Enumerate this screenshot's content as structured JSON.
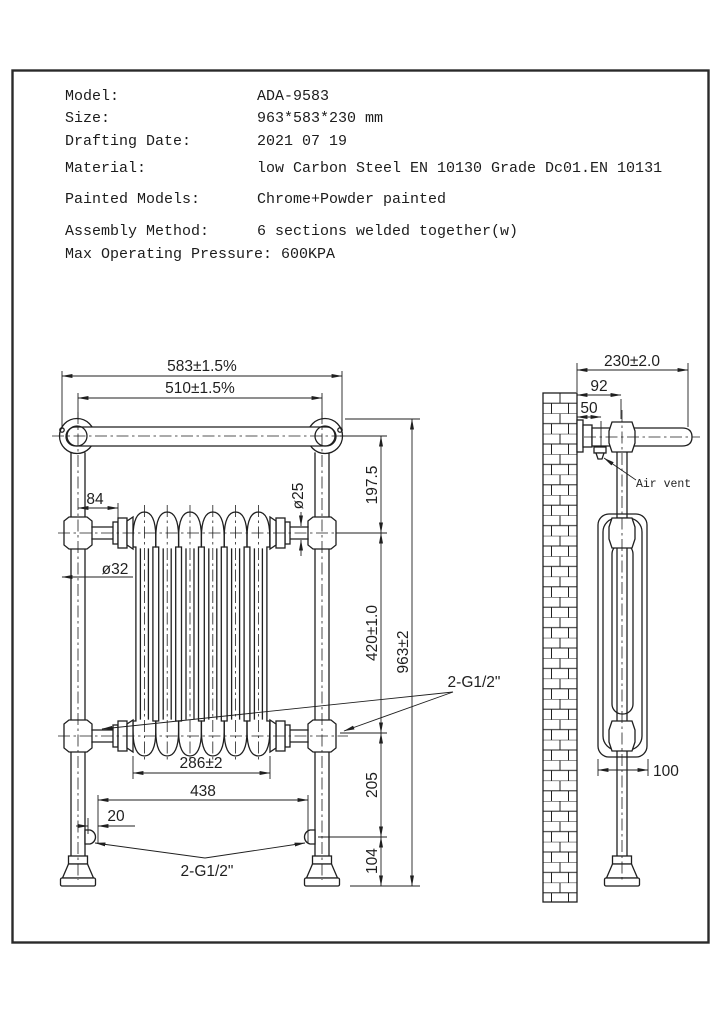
{
  "colors": {
    "line": "#1f1f1f",
    "background": "#ffffff"
  },
  "spec_table": {
    "rows": [
      {
        "label": "Model:",
        "value": "ADA-9583"
      },
      {
        "label": "Size:",
        "value": "963*583*230 mm"
      },
      {
        "label": "Drafting Date:",
        "value": "2021 07 19"
      },
      {
        "label": "Material:",
        "value": "low Carbon Steel  EN 10130 Grade Dc01.EN 10131"
      },
      {
        "label": "Painted Models:",
        "value": "Chrome+Powder painted"
      },
      {
        "label": "Assembly Method:",
        "value": "6 sections welded together(w)"
      },
      {
        "label": "Max Operating Pressure:",
        "value": "600KPA"
      }
    ]
  },
  "front_view": {
    "dims": {
      "overall_width": "583±1.5%",
      "tube_centers": "510±1.5%",
      "left_offset": "84",
      "pipe_diameter": "ø32",
      "connector_diameter": "ø25",
      "rail_to_radiator": "197.5",
      "radiator_height": "420±1.0",
      "overall_height": "963±2",
      "radiator_width": "286±2",
      "valve_centers": "438",
      "valve_offset": "20",
      "radiator_to_valve": "205",
      "valve_to_floor": "104"
    },
    "labels": {
      "bottom_connections": "2-G1/2\"",
      "radiator_connections": "2-G1/2\""
    }
  },
  "side_view": {
    "dims": {
      "overall_depth": "230±2.0",
      "wall_to_pipe_center": "92",
      "wall_to_air_vent": "50",
      "radiator_depth": "100"
    },
    "labels": {
      "air_vent": "Air vent"
    }
  }
}
